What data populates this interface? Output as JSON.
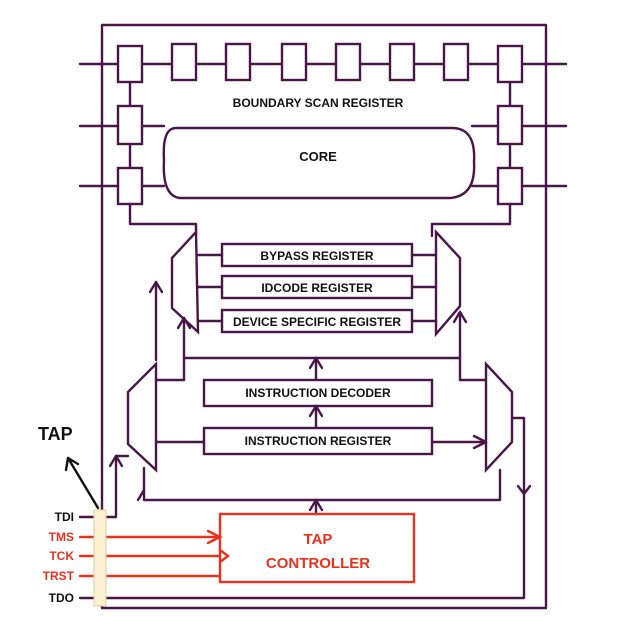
{
  "boundary_scan": {
    "label": "BOUNDARY SCAN REGISTER",
    "core_label": "CORE"
  },
  "registers": {
    "bypass": "BYPASS REGISTER",
    "idcode": "IDCODE REGISTER",
    "device_specific": "DEVICE SPECIFIC REGISTER",
    "instruction_decoder": "INSTRUCTION DECODER",
    "instruction_register": "INSTRUCTION REGISTER"
  },
  "tap": {
    "label": "TAP",
    "controller_line1": "TAP",
    "controller_line2": "CONTROLLER"
  },
  "pins": [
    {
      "id": "tdi",
      "label": "TDI",
      "color": "#111111"
    },
    {
      "id": "tms",
      "label": "TMS",
      "color": "#e8321e"
    },
    {
      "id": "tck",
      "label": "TCK",
      "color": "#e8321e"
    },
    {
      "id": "trst",
      "label": "TRST",
      "color": "#e8321e"
    },
    {
      "id": "tdo",
      "label": "TDO",
      "color": "#111111"
    }
  ],
  "colors": {
    "wire": "#4a1548",
    "tap_accent": "#e8321e",
    "tap_bar": "#fbf1d1"
  }
}
